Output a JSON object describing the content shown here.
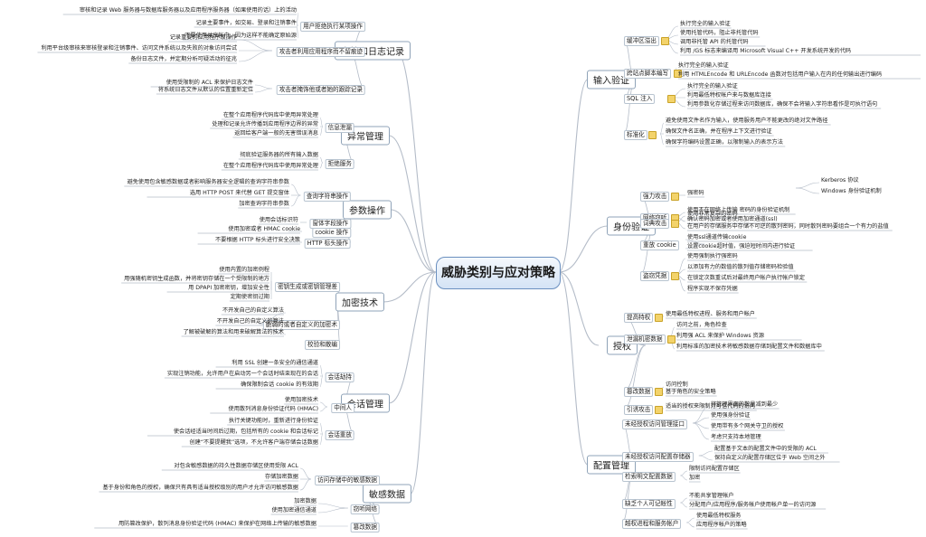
{
  "center": "威胁类别与应对策略",
  "branches": [
    {
      "label": "审核和日志记录",
      "children": [
        {
          "label": "用户拒绝执行某项操作",
          "leaves": [
            "审核和记录 Web 服务器与数据库服务器以及应用程序服务器（如果使用的话）上的活动",
            "记录主要事件，如交易、登录和注销事件",
            "不要使用共享帐户，因为这样不能确定原始源"
          ]
        },
        {
          "label": "攻击者利用应用程序而不留痕迹",
          "leaves": [
            "记录重要的应用程序级操作",
            "利用平台级审核来审核登录和注销事件、访问文件系统以及失败的对象访问尝试",
            "备份日志文件，并定期分析可疑活动的征兆"
          ]
        },
        {
          "label": "攻击者掩饰他或者她的跟踪记录",
          "leaves": [
            "使用受限制的 ACL 来保护日志文件",
            "将系统日志文件从默认的位置重新定位"
          ]
        }
      ]
    },
    {
      "label": "异常管理",
      "children": [
        {
          "label": "信息泄漏",
          "leaves": [
            "在整个应用程序代码库中使用异常处理",
            "处理和记录允许传播到应用程序边界的异常",
            "返回给客户端一般的无害错误消息"
          ]
        },
        {
          "label": "拒绝服务",
          "leaves": [
            "彻底验证服务器的所有输入数据",
            "在整个应用程序代码库中使用异常处理"
          ]
        }
      ]
    },
    {
      "label": "参数操作",
      "children": [
        {
          "label": "查询字符串操作",
          "leaves": [
            "避免使用包含敏感数据或者影响服务器安全逻辑的查询字符串参数",
            "选用 HTTP POST 来代替 GET 提交窗体",
            "加密查询字符串参数"
          ]
        },
        {
          "label": "窗体字段操作",
          "leaves": [
            "使用会话标识符"
          ]
        },
        {
          "label": "cookie 操作",
          "leaves": [
            "使用加密或者 HMAC cookie"
          ]
        },
        {
          "label": "HTTP 标头操作",
          "leaves": [
            "不要根据 HTTP 标头进行安全决策"
          ]
        }
      ]
    },
    {
      "label": "加密技术",
      "children": [
        {
          "label": "密钥生成或密钥管理差",
          "leaves": [
            "使用内置的加密例程",
            "用强随机密钥生成函数，并将密钥存储在一个受限制的地方",
            "用 DPAPI 加密密钥，增加安全性",
            "定期使密钥过期"
          ]
        },
        {
          "label": "脆弱的或者自定义的加密术",
          "leaves": [
            "不开发自己的自定义算法",
            "不开发自己的自定义的算法",
            "了解被破解的算法和用来破解算法的技术"
          ]
        },
        {
          "label": "校验和散编",
          "leaves": []
        }
      ]
    },
    {
      "label": "会话管理",
      "children": [
        {
          "label": "会话劫持",
          "leaves": [
            "利用 SSL 创建一条安全的通信通道",
            "实现注销功能，允许用户在启动另一个会话时结束现在的会话",
            "确保限制会话 cookie 的有效期"
          ]
        },
        {
          "label": "中间人",
          "leaves": [
            "使用加密技术",
            "使用散列消息身份验证代码 (HMAC)"
          ]
        },
        {
          "label": "会话重放",
          "leaves": [
            "执行关键功能时，重新进行身份验证",
            "使会话经适当时间后过期，包括所有的 cookie 和会话标记",
            "创建“不要提醒我”选项，不允许客户端存储会话数据"
          ]
        }
      ]
    },
    {
      "label": "敏感数据",
      "children": [
        {
          "label": "访问存储中的敏感数据",
          "leaves": [
            "对包含敏感数据的持久性数据存储区使用受限 ACL",
            "存储加密数据",
            "基于身份和角色的授权，确保只有具有适当授权级别的用户才允许访问敏感数据"
          ]
        },
        {
          "label": "窃听网络",
          "leaves": [
            "加密数据",
            "使用加密通信通道"
          ]
        },
        {
          "label": "篡改数据",
          "leaves": [
            "用防篡改保护，散列消息身份验证代码 (HMAC) 来保护在网络上传输的敏感数据"
          ]
        }
      ]
    },
    {
      "label": "输入验证",
      "children": [
        {
          "label": "缓冲区溢出",
          "leaves": [
            "执行完全的输入验证",
            "使用托管代码，阻止非托管代码",
            "调用非托管 API 的托管代码",
            "利用 /GS 标志来编译用 Microsoft Visual C++ 开发系统开发的代码"
          ]
        },
        {
          "label": "跨站点脚本编写",
          "leaves": [
            "执行完全的输入验证",
            "利用 HTMLEncode 和 URLEncode 函数对包括用户输入在内的任何输出进行编码"
          ]
        },
        {
          "label": "SQL 注入",
          "leaves": [
            "执行完全的输入验证",
            "利用最低特权帐户来与数据库连接",
            "利用参数化存储过程来访问数据库，确保不会将输入字符串看作是可执行语句"
          ]
        },
        {
          "label": "标准化",
          "leaves": [
            "避免使用文件名作为输入，使用服务用户不能更改的绝对文件路径",
            "确保文件名正确，并在程序上下文进行验证",
            "确保字符编码设置正确，以限制输入的表示方法"
          ]
        }
      ]
    },
    {
      "label": "身份验证",
      "children": [
        {
          "label": "网络窃听",
          "leaves": [
            "使用不在网络上传输 密码的身份验证机制",
            "确认密码加密或者使用加密通道(ssl)"
          ],
          "sub": [
            "Kerberos 协议",
            "Windows 身份验证机制"
          ]
        },
        {
          "label": "强力攻击",
          "leaves": [
            "强密码"
          ]
        },
        {
          "label": "词典攻击",
          "leaves": [
            "使用非常复杂的密码",
            "在用户的存储服务中存储不可逆的散列密码，同时散列密码要组合一个有力的盐值"
          ]
        },
        {
          "label": "重放 cookie",
          "leaves": [
            "使用ssl通道传输cookie",
            "设置cookie超时值，强迫短时间内进行验证"
          ]
        },
        {
          "label": "盗窃凭据",
          "leaves": [
            "使用强制执行强密码",
            "以添加有力的数值的散列值存储密码检验值",
            "在锁定次数重试后对最终用户帐户执行帐户锁定",
            "程序实现不保存凭据"
          ]
        }
      ]
    },
    {
      "label": "授权",
      "children": [
        {
          "label": "提高特权",
          "leaves": [
            "使用最低特权进程、服务和用户帐户"
          ]
        },
        {
          "label": "泄漏机密数据",
          "leaves": [
            "访问之前，角色检查",
            "利用强 ACL 来保护 Windows 资源",
            "利用标准的加密技术将敏感数据存储到配置文件和数据库中"
          ]
        },
        {
          "label": "篡改数据",
          "leaves": [
            "访问控制",
            "基于角色的安全策略"
          ]
        },
        {
          "label": "引诱攻击",
          "leaves": [
            "适当的授权来限制对可信代码的访问"
          ]
        }
      ]
    },
    {
      "label": "配置管理",
      "children": [
        {
          "label": "未经授权访问管理接口",
          "leaves": [
            "将管理界面的数量减到最少",
            "使用强身份验证",
            "使用带有多个网关守卫的授权",
            "考虑只支持本地管理"
          ]
        },
        {
          "label": "未经授权访问配置存储器",
          "leaves": [
            "配置基于文本的配置文件中的受限的 ACL",
            "保持自定义的配置存储区位于 Web 空间之外"
          ]
        },
        {
          "label": "检索明文配置数据",
          "leaves": [
            "限制访问配置存储区",
            "加密"
          ]
        },
        {
          "label": "缺乏个人可记帐性",
          "leaves": [
            "不能共享管理帐户",
            "分配用户/应用程序/服务帐户使用帐户单一的访问源"
          ]
        },
        {
          "label": "越权进程和服务帐户",
          "leaves": [
            "使用最低特权服务",
            "应用程序帐户的策略"
          ]
        }
      ]
    }
  ],
  "colors": {
    "line": "#b4bcc8",
    "center_border": "#6a8fbf",
    "box_border": "#8fa3b8"
  }
}
